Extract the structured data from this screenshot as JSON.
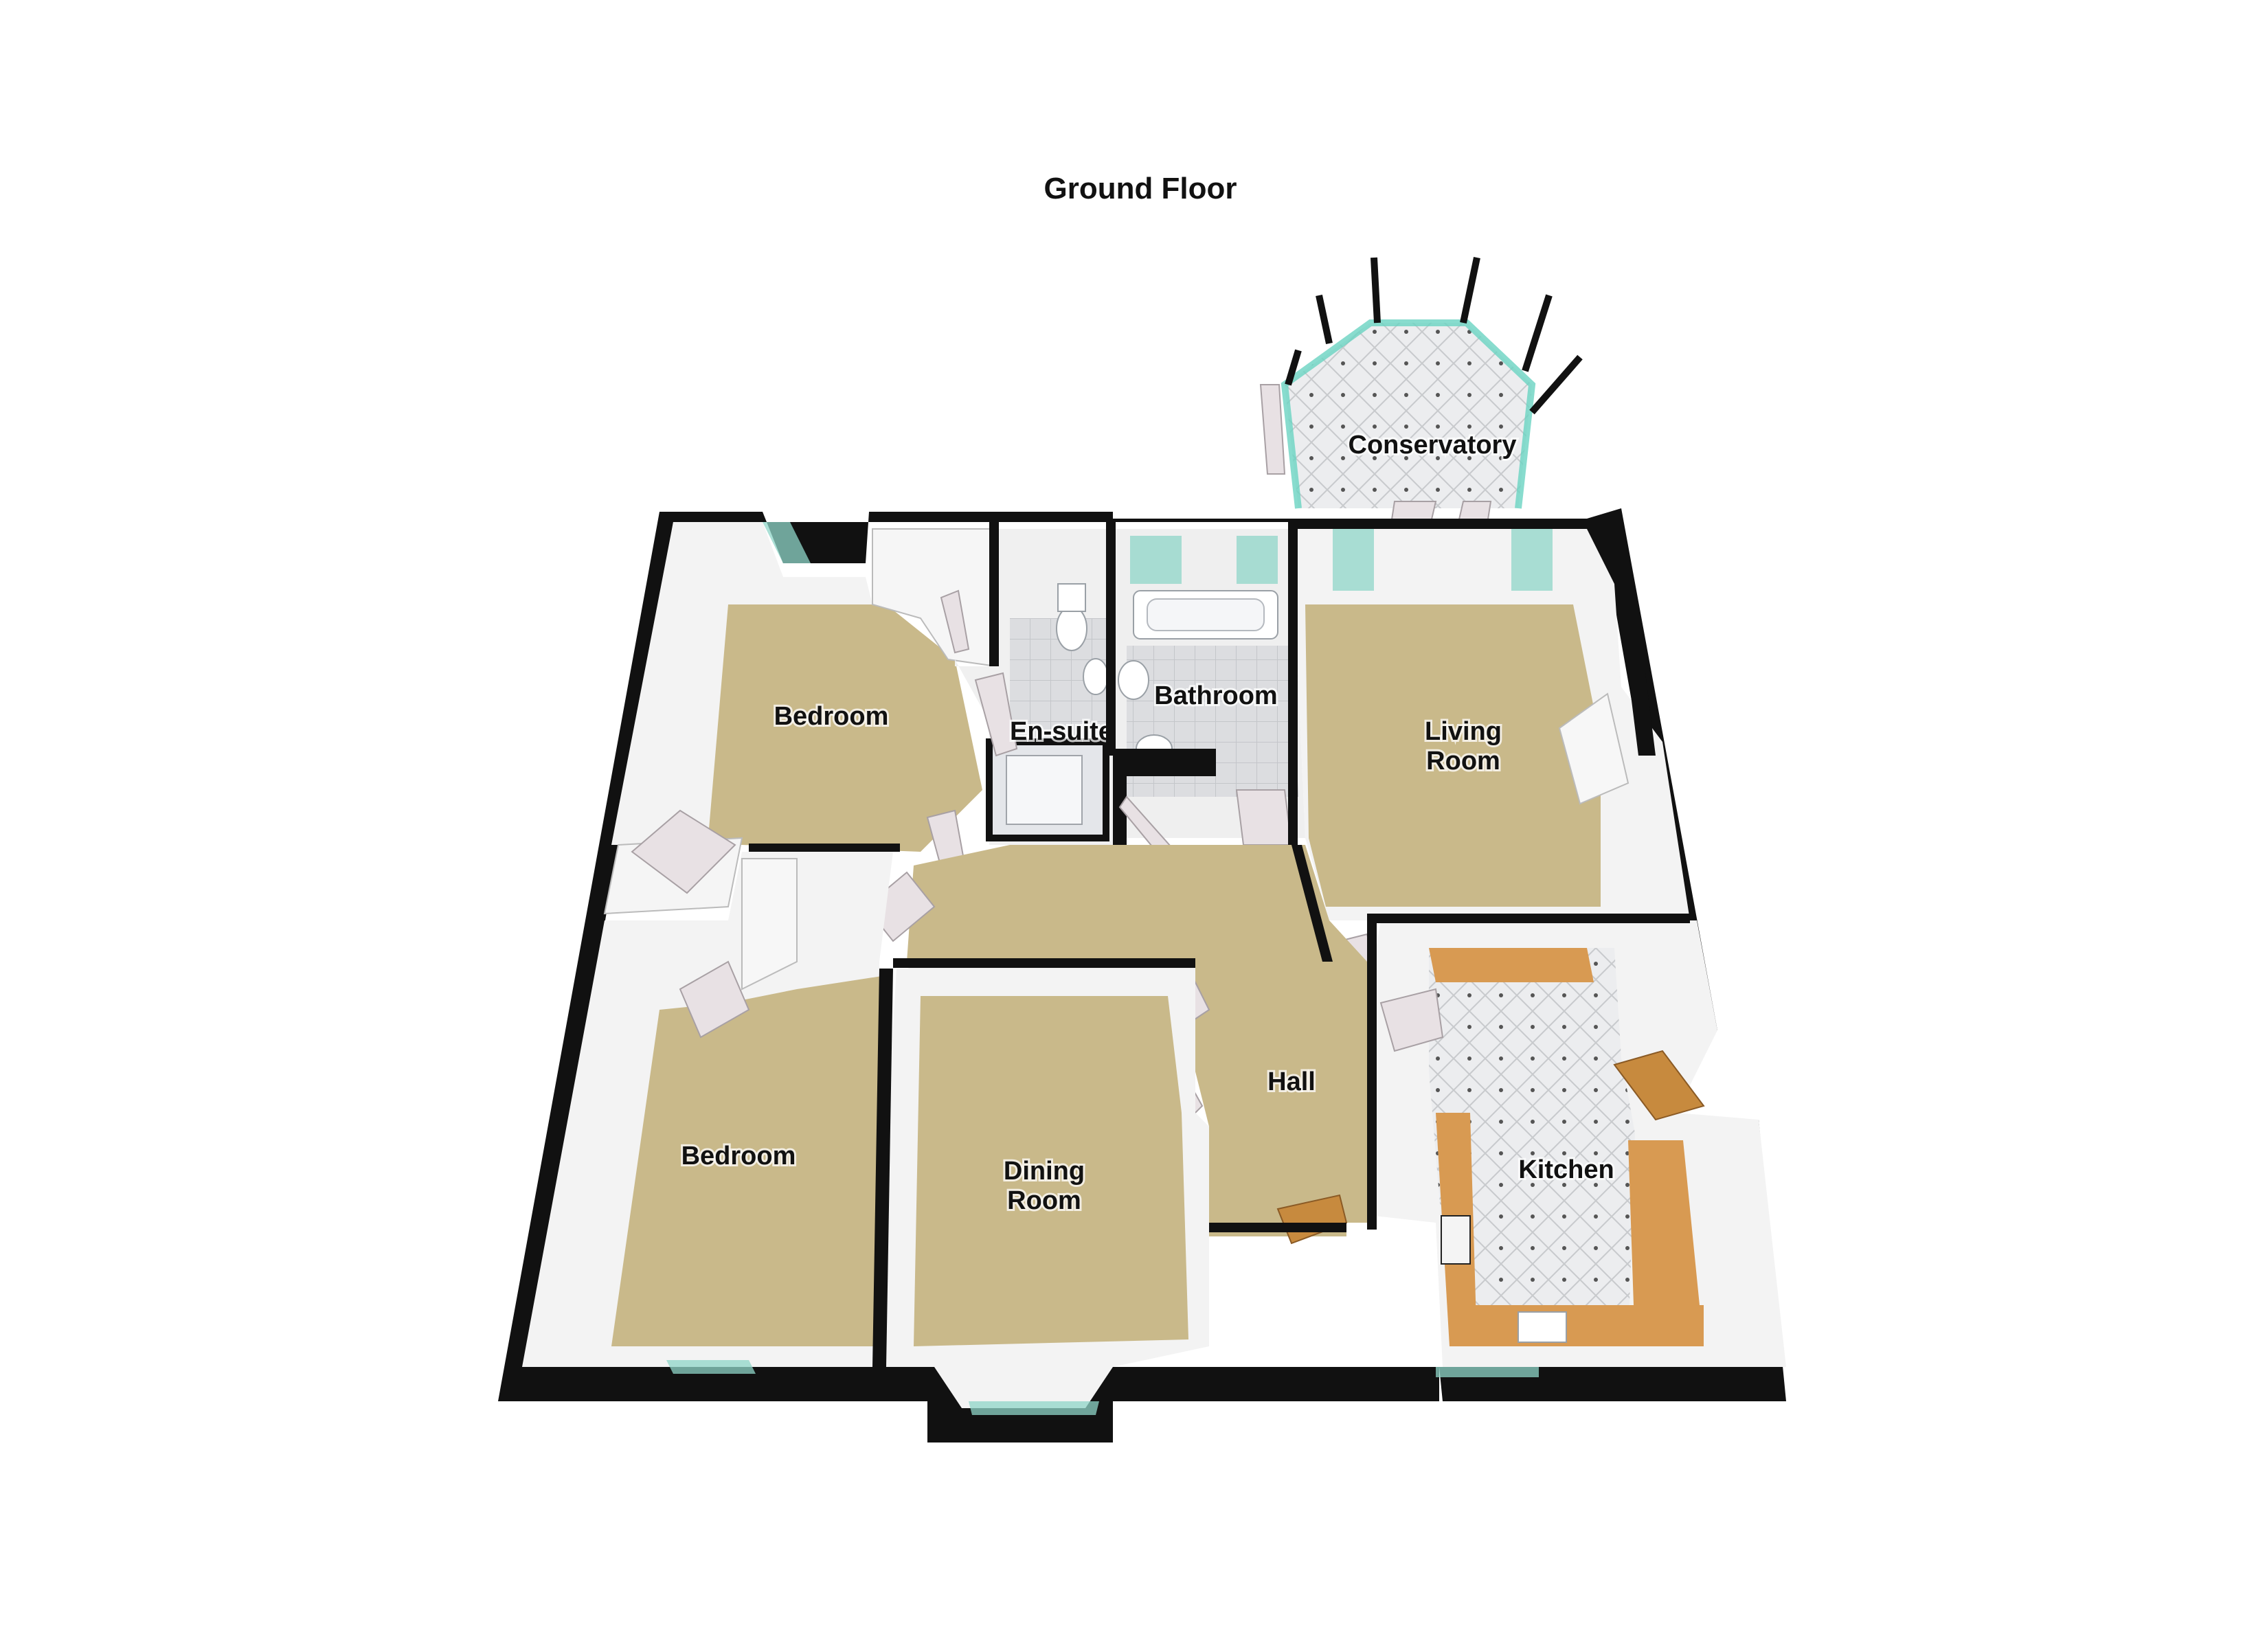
{
  "title": "Ground Floor",
  "rooms": {
    "conservatory": "Conservatory",
    "bedroom_1": "Bedroom",
    "en_suite": "En-suite",
    "bathroom": "Bathroom",
    "living_room_line1": "Living",
    "living_room_line2": "Room",
    "bedroom_2": "Bedroom",
    "dining_room_line1": "Dining",
    "dining_room_line2": "Room",
    "hall": "Hall",
    "kitchen": "Kitchen"
  },
  "colors": {
    "carpet": "#c9b98a",
    "tile": "#e9eaec",
    "wall": "#111111",
    "glass": "#8fd6c8",
    "worktop": "#d89a52"
  }
}
